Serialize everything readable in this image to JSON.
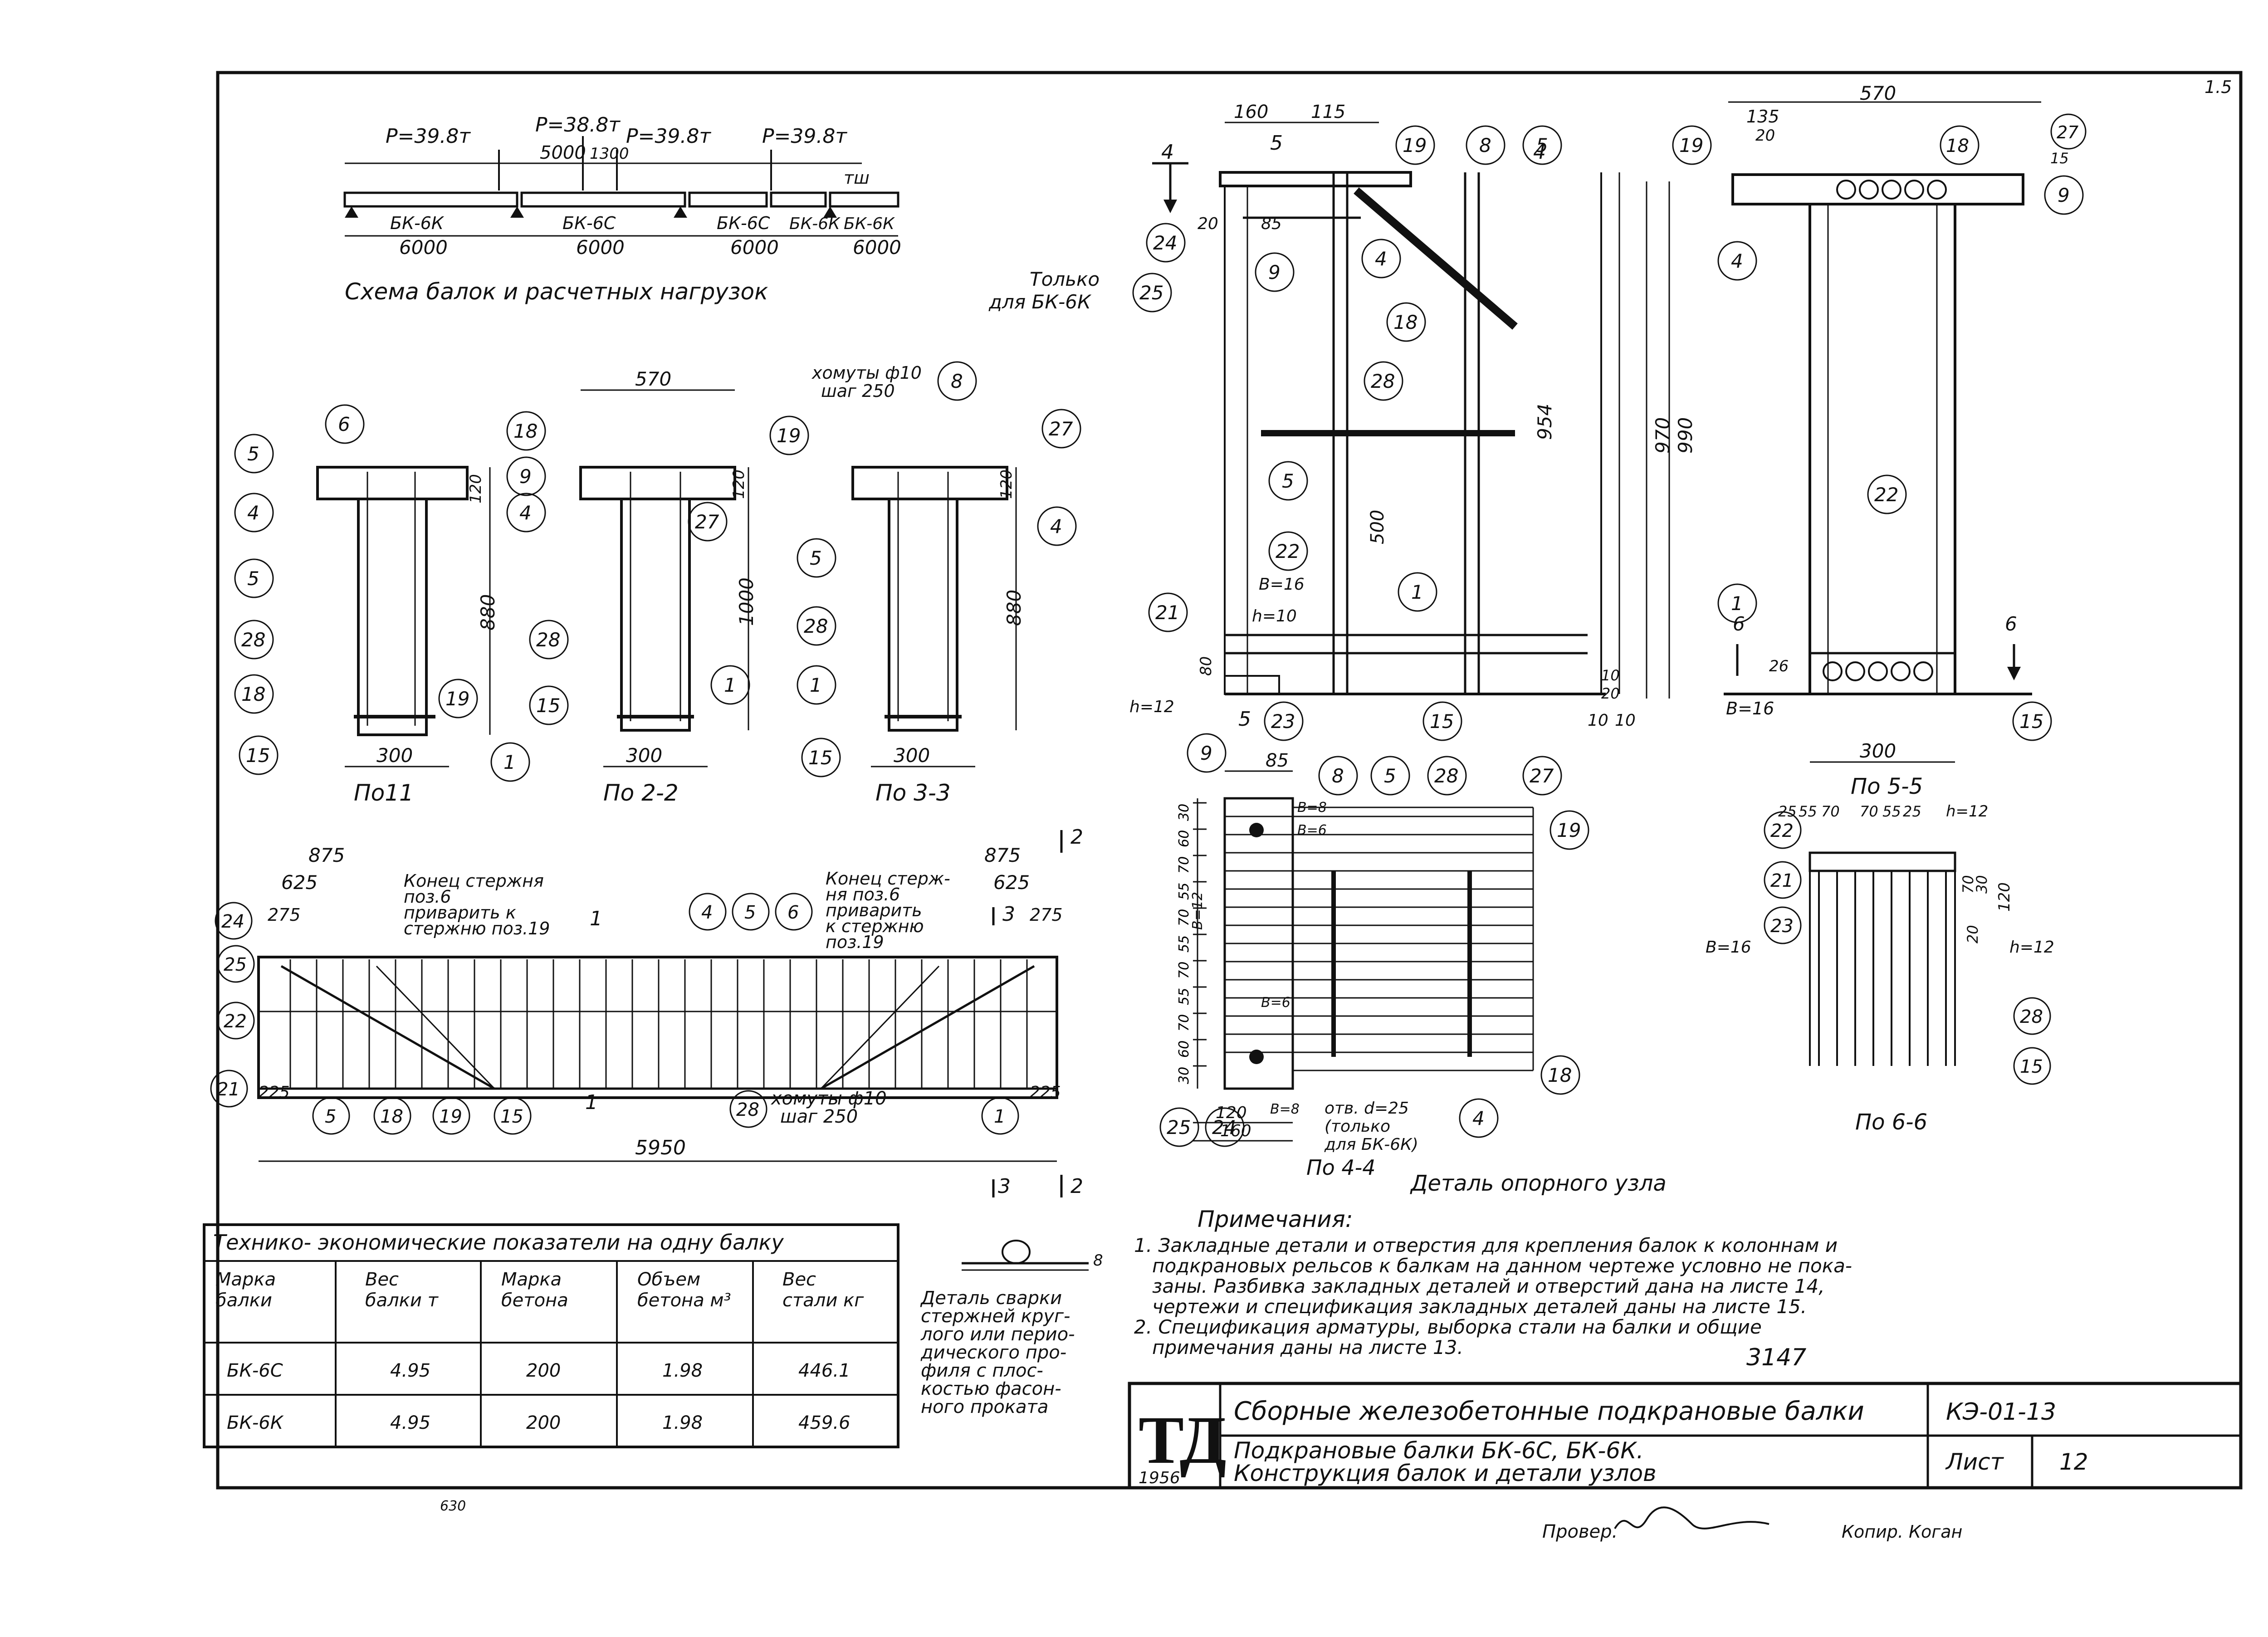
{
  "scheme": {
    "title": "Схема балок и расчетных нагрузок",
    "loads": [
      "P=39.8т",
      "P=38.8т",
      "P=39.8т",
      "P=39.8т"
    ],
    "dims_top": [
      "5000",
      "1300"
    ],
    "beams": [
      "БК-6К",
      "БК-6С",
      "БК-6С",
      "БК-6К",
      "БК-6К"
    ],
    "spans": [
      "6000",
      "6000",
      "6000",
      "6000"
    ],
    "tsh": "тш"
  },
  "section_1_1": {
    "label": "По11",
    "width": "300",
    "height": "880",
    "flange": "120",
    "callouts": [
      "6",
      "5",
      "4",
      "5",
      "28",
      "18",
      "19",
      "15",
      "1"
    ]
  },
  "section_2_2": {
    "label": "По 2-2",
    "width": "300",
    "top_width": "570",
    "height": "1000",
    "flange": "120",
    "callouts": [
      "18",
      "19",
      "9",
      "4",
      "27",
      "28",
      "15",
      "1"
    ],
    "stirrup_note_1": "хомуты ф10",
    "stirrup_note_2": "шаг 250",
    "stirrup_callout": "8"
  },
  "section_3_3": {
    "label": "По 3-3",
    "width": "300",
    "height": "880",
    "flange": "120",
    "callouts": [
      "27",
      "4",
      "5",
      "28",
      "1",
      "15"
    ]
  },
  "elevation": {
    "dims": [
      "875",
      "625",
      "275",
      "875",
      "625",
      "275",
      "225",
      "225",
      "5950"
    ],
    "note_left": [
      "Конец стержня",
      "поз.6",
      "приварить к",
      "стержню поз.19"
    ],
    "note_right": [
      "Конец стерж-",
      "ня поз.6",
      "приварить",
      "к стержню",
      "поз.19"
    ],
    "stirrups_1": "хомуты ф10",
    "stirrups_2": "шаг 250",
    "section_marks": [
      "1",
      "1",
      "2",
      "2",
      "3",
      "3"
    ],
    "callouts": [
      "24",
      "25",
      "22",
      "21",
      "5",
      "18",
      "19",
      "15",
      "4",
      "5",
      "6",
      "28",
      "1"
    ]
  },
  "indicators": {
    "title": "Технико- экономические показатели на одну балку",
    "headers": [
      "Марка балки",
      "Вес балки т",
      "Марка бетона",
      "Объем бетона м³",
      "Вес стали кг"
    ],
    "rows": [
      [
        "БК-6С",
        "4.95",
        "200",
        "1.98",
        "446.1"
      ],
      [
        "БК-6К",
        "4.95",
        "200",
        "1.98",
        "459.6"
      ]
    ]
  },
  "weld_detail": {
    "lines": [
      "Деталь сварки",
      "стержней круг-",
      "лого или перио-",
      "дического про-",
      "филя с плос-",
      "костью фасон-",
      "ного проката"
    ],
    "dim": "8"
  },
  "section_4_4": {
    "label": "По 4-4",
    "dims_top": [
      "160",
      "115"
    ],
    "dims_side": [
      "954",
      "970",
      "990",
      "500",
      "20",
      "85",
      "80",
      "10",
      "10",
      "10",
      "20"
    ],
    "plate_labels": [
      "B=16",
      "h=10",
      "h=12"
    ],
    "note_only": [
      "Только",
      "для БК-6К"
    ],
    "section_marks": [
      "4",
      "4",
      "5",
      "5"
    ],
    "callouts": [
      "19",
      "8",
      "5",
      "24",
      "9",
      "4",
      "18",
      "28",
      "5",
      "22",
      "1",
      "21",
      "23",
      "15",
      "25"
    ]
  },
  "section_5_5": {
    "label": "По 5-5",
    "dims": [
      "570",
      "135",
      "20",
      "15",
      "970",
      "990",
      "26",
      "300",
      "10"
    ],
    "plate": "B=16",
    "section_marks": [
      "6",
      "6"
    ],
    "callouts": [
      "19",
      "18",
      "27",
      "9",
      "4",
      "22",
      "1",
      "15"
    ]
  },
  "support_detail": {
    "title": "Деталь опорного узла",
    "dims_top": [
      "85",
      "160",
      "120"
    ],
    "dims_left": [
      "30",
      "60",
      "70",
      "55",
      "70",
      "55",
      "70",
      "55",
      "70",
      "60",
      "30"
    ],
    "labels": [
      "B=8",
      "B=6",
      "B=12",
      "B=6",
      "B=8"
    ],
    "hole": [
      "отв. d=25",
      "(только",
      "для БК-6К)"
    ],
    "callouts": [
      "9",
      "8",
      "5",
      "28",
      "27",
      "19",
      "18",
      "4",
      "25",
      "24"
    ]
  },
  "section_6_6": {
    "label": "По 6-6",
    "dims": [
      "25",
      "55",
      "70",
      "70",
      "55",
      "25",
      "70",
      "30",
      "120",
      "20"
    ],
    "plates": [
      "h=12",
      "B=16",
      "h=12"
    ],
    "callouts": [
      "22",
      "21",
      "23",
      "28",
      "15"
    ]
  },
  "notes": {
    "heading": "Примечания:",
    "lines": [
      "1. Закладные детали и отверстия для крепления балок к колоннам и",
      "подкрановых рельсов к балкам на данном чертеже условно не пока-",
      "заны. Разбивка закладных деталей и отверстий дана на листе 14,",
      "чертежи и спецификация закладных деталей даны на листе 15.",
      "2. Спецификация арматуры, выборка стали на балки и общие",
      "примечания даны на листе 13."
    ],
    "stamp_number": "3147"
  },
  "title_block": {
    "logo": "ТД",
    "year": "1956",
    "series_title": "Сборные железобетонные подкрановые балки",
    "code": "КЭ-01-13",
    "subtitle_1": "Подкрановые балки БК-6С, БК-6К.",
    "subtitle_2": "Конструкция балок и детали узлов",
    "sheet_label": "Лист",
    "sheet_no": "12"
  },
  "footer": {
    "left_mark": "630",
    "checked_label": "Провер.",
    "copied": "Копир. Коган"
  },
  "corner_mark": "1.5"
}
